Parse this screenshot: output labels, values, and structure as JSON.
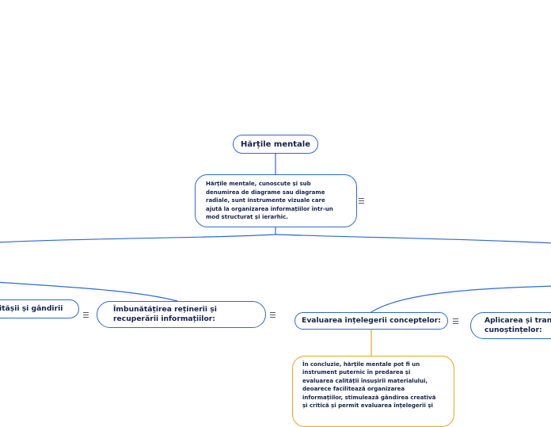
{
  "mindmap": {
    "root": {
      "label": "Hărțile mentale"
    },
    "description": {
      "lines": [
        "Hărțile mentale, cunoscute și sub",
        "denumirea de diagrame sau diagrame",
        "radiale, sunt instrumente vizuale care",
        "ajută la organizarea informațiilor într-un",
        "mod structurat și ierarhic."
      ]
    },
    "branches": [
      {
        "id": "left",
        "lines": [
          "itășii și gândirii"
        ]
      },
      {
        "id": "mid",
        "lines": [
          "Îmbunătățirea reținerii și",
          "recuperării informațiilor:"
        ]
      },
      {
        "id": "eval",
        "lines": [
          "Evaluarea înțelegerii conceptelor:"
        ]
      },
      {
        "id": "right",
        "lines": [
          "Aplicarea și transf",
          "cunoștințelor:"
        ]
      }
    ],
    "conclusion": {
      "lines": [
        "În concluzie, hărțile mentale pot fi un",
        "instrument puternic în predarea și",
        "evaluarea calității însușirii materialului,",
        "deoarece facilitează organizarea",
        "informațiilor, stimulează gândirea creativă",
        "și critică și permit evaluarea înțelegerii și"
      ]
    },
    "menu_icon": "hamburger-icon",
    "colors": {
      "branch_border": "#2e6ad1",
      "leaf_border": "#f1a224",
      "connector": "#2e6ad1",
      "leaf_connector": "#f1a224",
      "text": "#13224a"
    }
  }
}
